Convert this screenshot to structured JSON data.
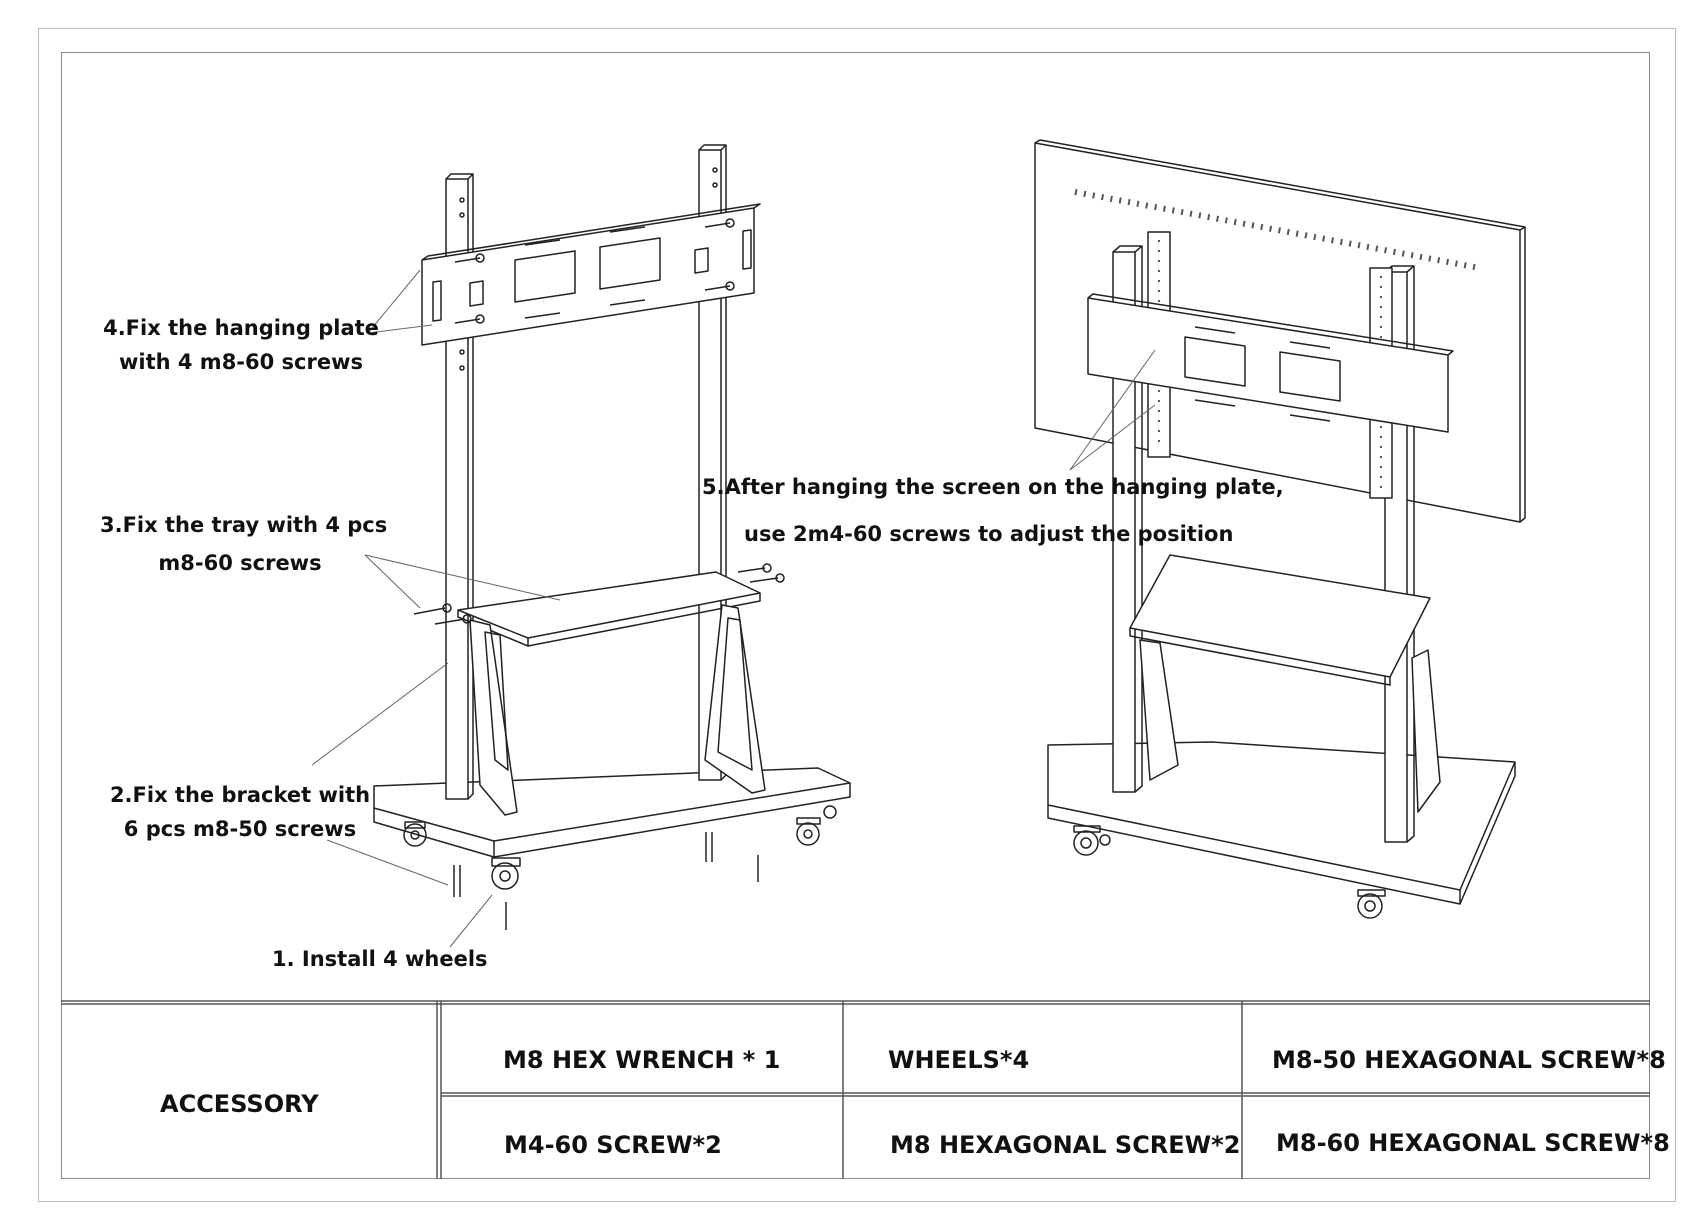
{
  "steps": {
    "step1": "1. Install 4 wheels",
    "step2_line1": "2.Fix the bracket with",
    "step2_line2": "6 pcs m8-50 screws",
    "step3_line1": "3.Fix the tray with 4 pcs",
    "step3_line2": "m8-60 screws",
    "step4_line1": "4.Fix the hanging plate",
    "step4_line2": "with 4 m8-60 screws",
    "step5_line1": "5.After hanging the screen on the hanging plate,",
    "step5_line2": "use 2m4-60 screws to adjust the position"
  },
  "accessory": {
    "header": "ACCESSORY",
    "items": [
      "M8 HEX WRENCH * 1",
      "WHEELS*4",
      "M8-50 HEXAGONAL SCREW*8",
      "M4-60 SCREW*2",
      "M8 HEXAGONAL SCREW*2",
      "M8-60 HEXAGONAL SCREW*8"
    ]
  }
}
